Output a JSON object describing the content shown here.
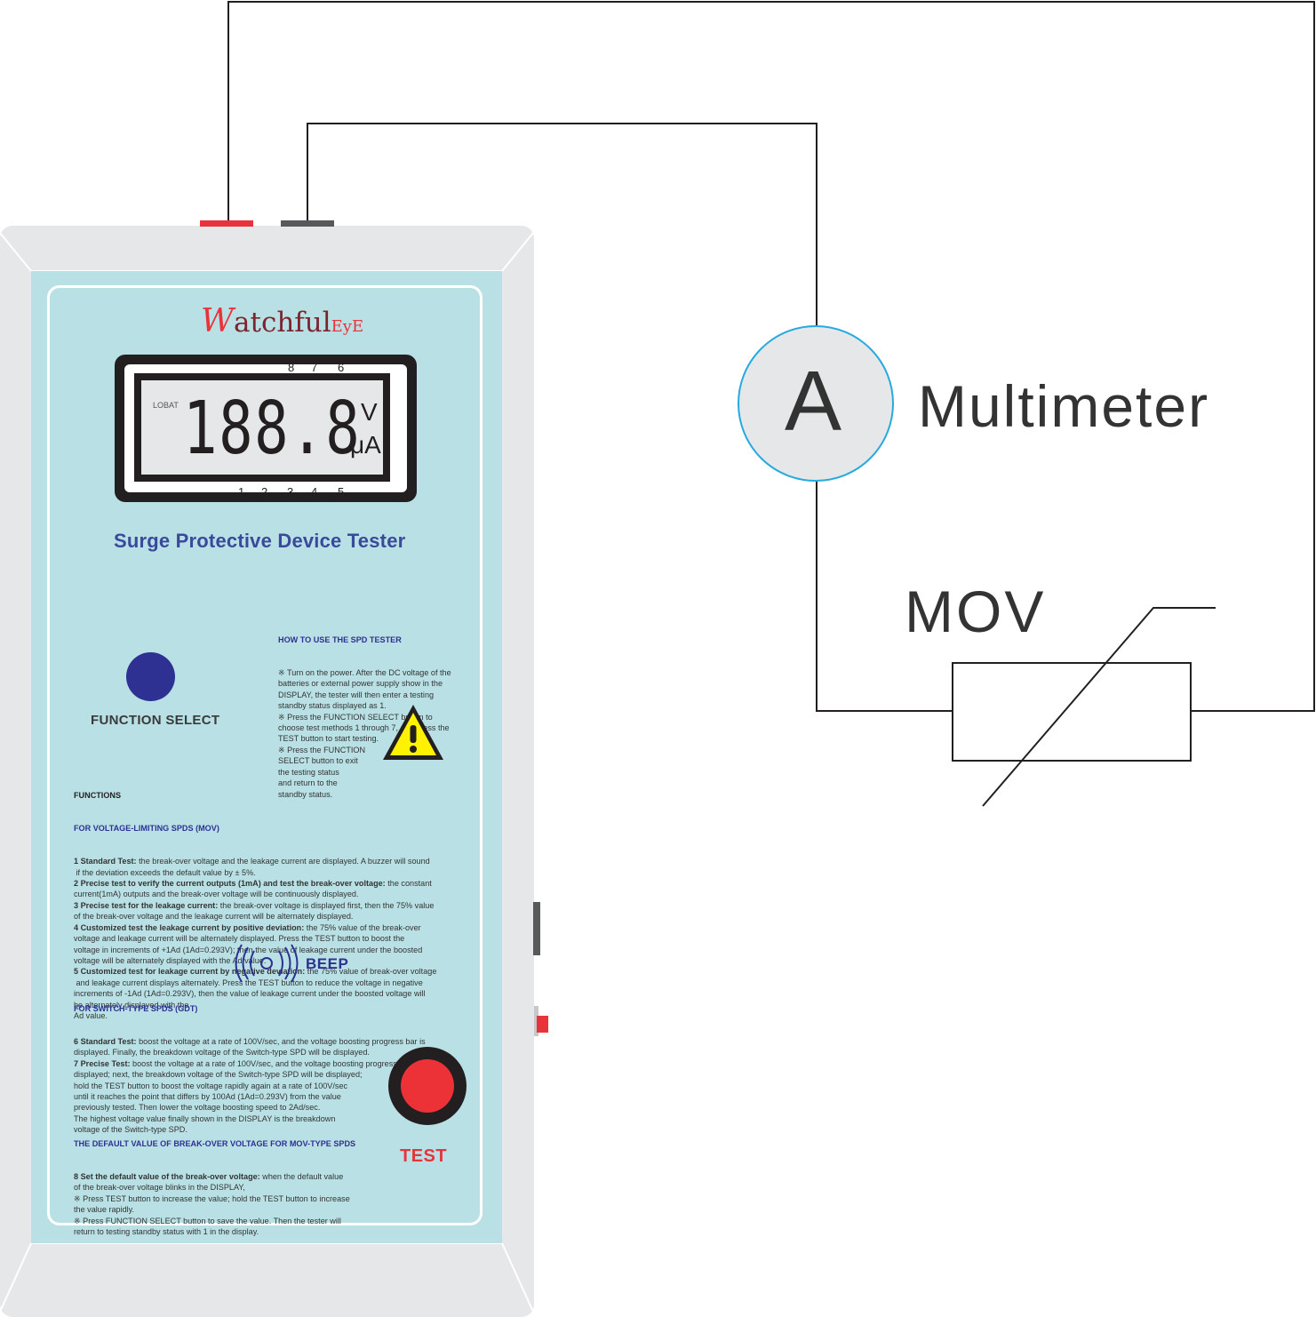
{
  "device": {
    "brand_main": "Watchful",
    "brand_eye": "EyE",
    "title": "Surge  Protective Device Tester",
    "display": {
      "digits": "188.8",
      "lobat": "LOBAT",
      "unit_v": "V",
      "unit_ua": "μA",
      "top_numbers": [
        "8",
        "7",
        "6"
      ],
      "bottom_numbers": [
        "1",
        "2",
        "3",
        "4",
        "5"
      ]
    },
    "function_select_label": "FUNCTION SELECT",
    "test_label": "TEST",
    "beep_label": "BEEP",
    "howto": {
      "heading": "HOW TO USE THE SPD TESTER",
      "lines": [
        "※ Turn on the power. After the DC voltage of the",
        "batteries or external power supply show in the",
        "DISPLAY, the tester will then enter a testing",
        "standby status displayed as 1.",
        "※ Press the FUNCTION SELECT button to",
        "choose test methods 1 through 7, and press the",
        "TEST button to start testing.",
        "※ Press the FUNCTION",
        "SELECT button to exit",
        "the testing status",
        "and return to the",
        "standby status."
      ]
    },
    "functions": {
      "heading": "FUNCTIONS",
      "mov_heading": "FOR VOLTAGE-LIMITING SPDS (MOV)",
      "mov_items": [
        {
          "bold": "1 Standard Test:",
          "lines": [
            " the break-over voltage and the leakage current are displayed. A buzzer will sound",
            " if the deviation exceeds the default value by ± 5%."
          ]
        },
        {
          "bold": "2 Precise test to verify the current outputs (1mA) and test the break-over voltage:",
          "lines": [
            " the constant",
            "current(1mA) outputs and the break-over voltage will be continuously displayed."
          ]
        },
        {
          "bold": "3 Precise test for the leakage current:",
          "lines": [
            " the break-over voltage is displayed first, then the 75% value",
            "of the break-over voltage and the leakage current will be alternately displayed."
          ]
        },
        {
          "bold": "4 Customized test the leakage current by positive deviation:",
          "lines": [
            " the 75% value of the break-over",
            "voltage and leakage current will be alternately displayed. Press the TEST button to boost the",
            "voltage in increments of +1Ad (1Ad=0.293V); then the value of leakage current under the boosted",
            "voltage will be alternately displayed with the Ad value."
          ]
        },
        {
          "bold": "5 Customized test for leakage current by negative deviation:",
          "lines": [
            " the 75% value of break-over voltage",
            " and leakage current displays alternately. Press the TEST button to reduce the voltage in negative",
            "increments of -1Ad (1Ad=0.293V), then the value of leakage current under the boosted voltage will",
            "be alternately displayed with the",
            "Ad value."
          ]
        }
      ],
      "gdt_heading": "FOR SWITCH-TYPE SPDS (GDT)",
      "gdt_items": [
        {
          "bold": "6 Standard Test:",
          "lines": [
            " boost the voltage at a rate of 100V/sec, and the voltage boosting progress bar is",
            "displayed. Finally, the breakdown voltage of the Switch-type SPD will be displayed."
          ]
        },
        {
          "bold": "7 Precise Test:",
          "lines": [
            " boost the voltage at a rate of 100V/sec, and the voltage boosting progress bar is",
            "displayed; next, the breakdown voltage of the Switch-type SPD will be displayed;",
            "hold the TEST button to boost the voltage rapidly again at a rate of 100V/sec",
            "until it reaches the point that differs by 100Ad (1Ad=0.293V) from the value",
            "previously tested. Then lower the voltage boosting speed to 2Ad/sec.",
            "The highest voltage value finally shown in the DISPLAY is the breakdown",
            "voltage of the Switch-type SPD."
          ]
        }
      ],
      "default_heading": "THE DEFAULT VALUE OF BREAK-OVER VOLTAGE FOR MOV-TYPE SPDS",
      "default_items": [
        {
          "bold": "8 Set the default value of the break-over voltage:",
          "lines": [
            " when the default value",
            "of the break-over voltage blinks in the DISPLAY,",
            "※ Press TEST button to increase the value; hold the TEST button to increase",
            "the value rapidly.",
            "※ Press FUNCTION SELECT button to save the value. Then the tester will",
            "return to testing standby status with 1 in the display."
          ]
        }
      ]
    },
    "colors": {
      "panel": "#b9e1e5",
      "body": "#e6e7e8",
      "accent_blue": "#2e3192",
      "test_red": "#ec3237",
      "meter_ring": "#27a9e1"
    }
  },
  "schematic": {
    "meter_symbol": "A",
    "meter_label": "Multimeter",
    "mov_label": "MOV"
  }
}
